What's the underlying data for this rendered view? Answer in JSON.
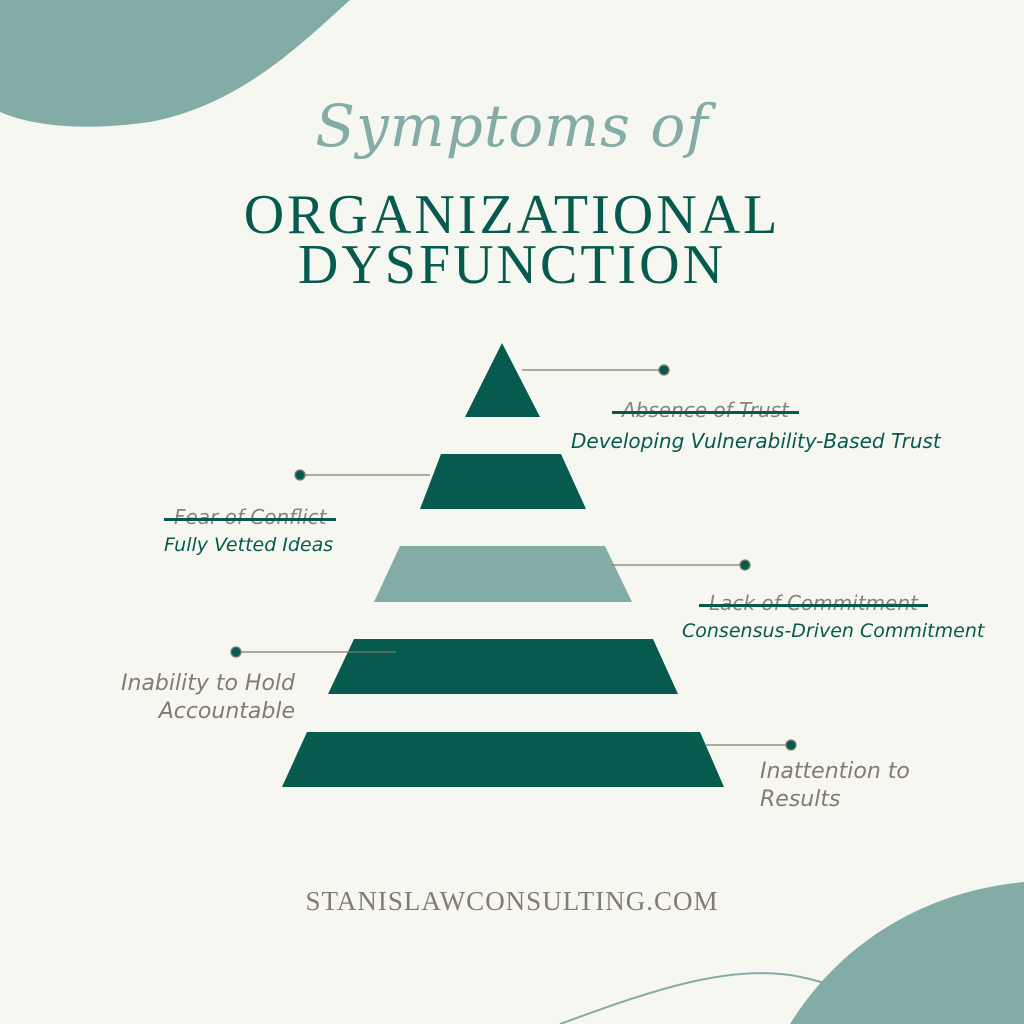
{
  "title": {
    "script": "Symptoms of",
    "line1": "ORGANIZATIONAL",
    "line2": "DYSFUNCTION"
  },
  "levels": [
    {
      "old": "Absence of Trust",
      "new": "Developing Vulnerability-Based Trust"
    },
    {
      "old": "Fear of Conflict",
      "new": "Fully Vetted Ideas"
    },
    {
      "old": "Lack of Commitment",
      "new": "Consensus-Driven Commitment"
    },
    {
      "line1": "Inability to Hold",
      "line2": "Accountable"
    },
    {
      "line1": "Inattention to",
      "line2": "Results"
    }
  ],
  "footer": "STANISLAWCONSULTING.COM",
  "colors": {
    "dark_green": "#075b4e",
    "light_teal": "#83aca7",
    "text_gray": "#857a6e",
    "background": "#f7f7f2"
  }
}
